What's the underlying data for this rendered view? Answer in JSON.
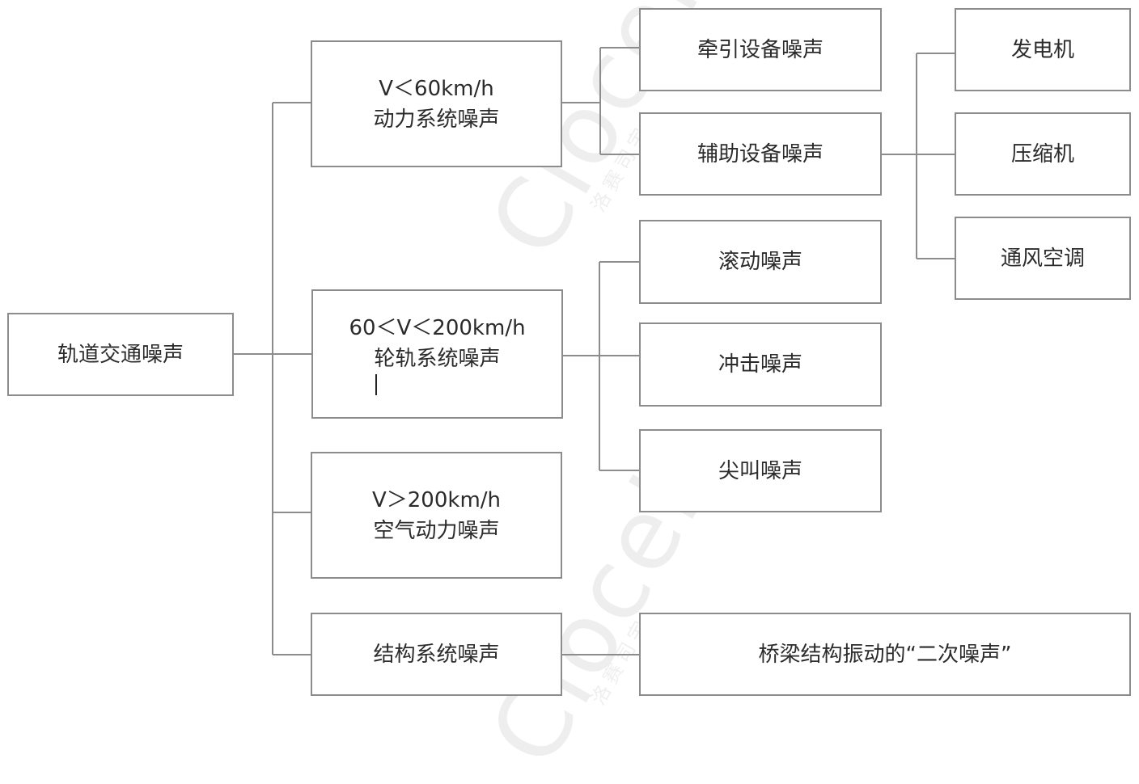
{
  "diagram": {
    "root": {
      "label": "轨道交通噪声"
    },
    "level1": [
      {
        "id": "power",
        "line1": "V＜60km/h",
        "line2": "动力系统噪声"
      },
      {
        "id": "wheel",
        "line1": "60＜V＜200km/h",
        "line2": "轮轨系统噪声"
      },
      {
        "id": "aero",
        "line1": "V＞200km/h",
        "line2": "空气动力噪声"
      },
      {
        "id": "struct",
        "line1": "结构系统噪声",
        "line2": ""
      }
    ],
    "level2": {
      "power": [
        "牵引设备噪声",
        "辅助设备噪声"
      ],
      "wheel": [
        "滚动噪声",
        "冲击噪声",
        "尖叫噪声"
      ],
      "struct": [
        "桥梁结构振动的“二次噪声”"
      ]
    },
    "level3": {
      "auxiliary": [
        "发电机",
        "压缩机",
        "通风空调"
      ]
    }
  },
  "watermark": {
    "brand": "Clocell",
    "sub": "洛赛司宇",
    "mark": "®"
  },
  "colors": {
    "border": "#8c8c8c",
    "text": "#2b2b2b",
    "watermark": "#eeeeee"
  }
}
